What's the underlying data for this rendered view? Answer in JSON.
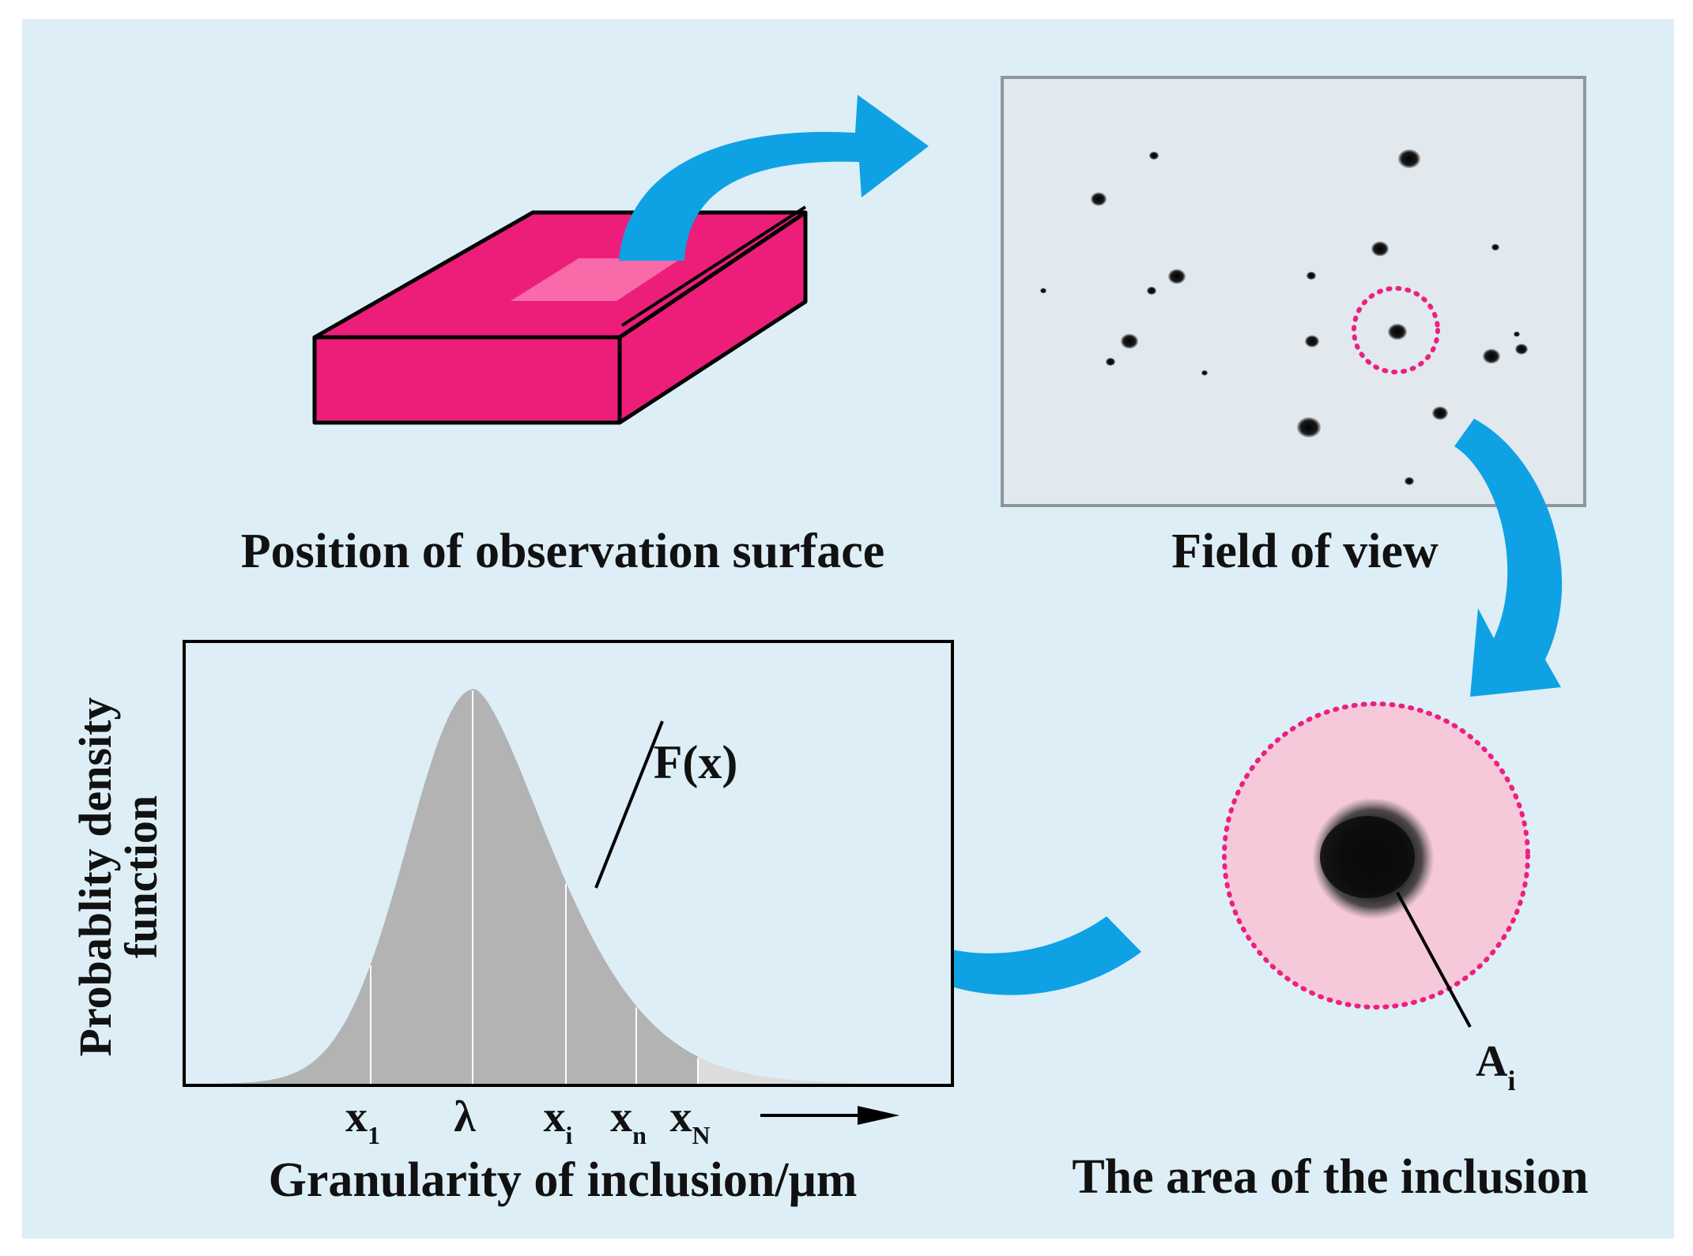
{
  "colors": {
    "panel_bg": "#ddeef6",
    "arrow": "#0ea2e4",
    "block_face": "#ec1e7a",
    "block_highlight": "#f86aa8",
    "field_bg": "#e1e8ee",
    "circle_fill": "#f5c9d9",
    "circle_stroke": "#ed1f80",
    "curve_fill": "#b3b3b3",
    "tail_fill": "#dcdcdc"
  },
  "labels": {
    "observation_surface": "Position of observation surface",
    "field_of_view": "Field of view",
    "inclusion_area": "The area of the inclusion",
    "ai_base": "A",
    "ai_sub": "i"
  },
  "chart_data": {
    "type": "area",
    "ylabel_line1": "Probablity density",
    "ylabel_line2": "function",
    "xlabel": "Granularity of inclusion/μm",
    "curve_label": "F(x)",
    "ticks": [
      {
        "base": "x",
        "sub": "1"
      },
      {
        "base": "λ",
        "sub": ""
      },
      {
        "base": "x",
        "sub": "i"
      },
      {
        "base": "x",
        "sub": "n"
      },
      {
        "base": "x",
        "sub": "N"
      }
    ]
  }
}
